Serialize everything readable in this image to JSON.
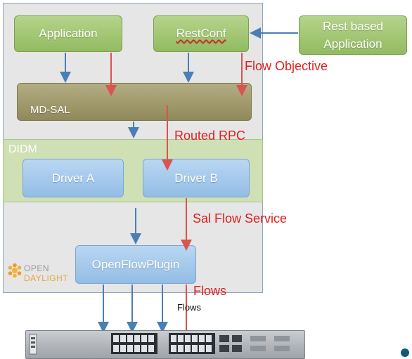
{
  "boxes": {
    "application": "Application",
    "restconf": "RestConf",
    "rest_app": "Rest based\nApplication",
    "mdsal": "MD-SAL",
    "didm": "DIDM",
    "driver_a": "Driver A",
    "driver_b": "Driver B",
    "openflowplugin": "OpenFlowPlugin"
  },
  "labels": {
    "flow_objective": "Flow Objective",
    "routed_rpc": "Routed RPC",
    "sal_flow_service": "Sal Flow Service",
    "flows_red": "Flows",
    "flows_small": "Flows"
  },
  "logo": {
    "line1": "OPEN",
    "line2": "DAYLIGHT"
  },
  "colors": {
    "green_box": "#93bb62",
    "blue_box": "#93bde5",
    "mdsal_box": "#8f895b",
    "red_arrow": "#d9534f",
    "blue_arrow": "#4a7fb5",
    "red_text": "#e02020"
  }
}
